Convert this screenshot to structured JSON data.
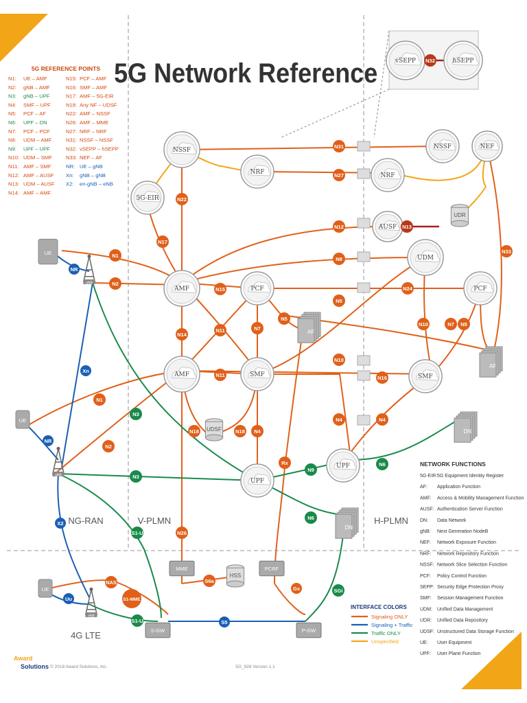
{
  "title": "5G Network Reference",
  "ref_points": {
    "heading": "5G REFERENCE POINTS",
    "left": [
      {
        "k": "N1:",
        "v": "UE – AMF",
        "c": "#d44a11"
      },
      {
        "k": "N2:",
        "v": "gNB – AMF",
        "c": "#d44a11"
      },
      {
        "k": "N3:",
        "v": "gNB – UPF",
        "c": "#1a8a4a"
      },
      {
        "k": "N4:",
        "v": "SMF – UPF",
        "c": "#d44a11"
      },
      {
        "k": "N5:",
        "v": "PCF – AF",
        "c": "#d44a11"
      },
      {
        "k": "N6:",
        "v": "UPF – DN",
        "c": "#1a8a4a"
      },
      {
        "k": "N7:",
        "v": "PCF – PCF",
        "c": "#d44a11"
      },
      {
        "k": "N8:",
        "v": "UDM – AMF",
        "c": "#d44a11"
      },
      {
        "k": "N9:",
        "v": "UPF – UPF",
        "c": "#1a8a4a"
      },
      {
        "k": "N10:",
        "v": "UDM – SMF",
        "c": "#d44a11"
      },
      {
        "k": "N11:",
        "v": "AMF – SMF",
        "c": "#d44a11"
      },
      {
        "k": "N12:",
        "v": "AMF – AUSF",
        "c": "#d44a11"
      },
      {
        "k": "N13:",
        "v": "UDM – AUSF",
        "c": "#d44a11"
      },
      {
        "k": "N14:",
        "v": "AMF – AMF",
        "c": "#d44a11"
      }
    ],
    "right": [
      {
        "k": "N15:",
        "v": "PCF – AMF",
        "c": "#d44a11"
      },
      {
        "k": "N16:",
        "v": "SMF – AMF",
        "c": "#d44a11"
      },
      {
        "k": "N17:",
        "v": "AMF – 5G-EIR",
        "c": "#d44a11"
      },
      {
        "k": "N18:",
        "v": "Any NF – UDSF",
        "c": "#d44a11"
      },
      {
        "k": "N22:",
        "v": "AMF – NSSF",
        "c": "#d44a11"
      },
      {
        "k": "N26:",
        "v": "AMF – MME",
        "c": "#d44a11"
      },
      {
        "k": "N27:",
        "v": "NRF – NRF",
        "c": "#d44a11"
      },
      {
        "k": "N31:",
        "v": "NSSF – NSSF",
        "c": "#d44a11"
      },
      {
        "k": "N32:",
        "v": "vSEPP – hSEPP",
        "c": "#d44a11"
      },
      {
        "k": "N33:",
        "v": "NEF – AF",
        "c": "#d44a11"
      },
      {
        "k": "NR:",
        "v": "UE – gNB",
        "c": "#1a5fb4"
      },
      {
        "k": "Xn:",
        "v": "gNB – gNB",
        "c": "#1a5fb4"
      },
      {
        "k": "X2:",
        "v": "en-gNB – eNB",
        "c": "#1a5fb4"
      }
    ]
  },
  "regions": {
    "ngran": "NG-RAN",
    "vplmn": "V-PLMN",
    "hplmn": "H-PLMN",
    "lte": "4G LTE"
  },
  "interface_colors": {
    "heading": "INTERFACE COLORS",
    "items": [
      {
        "label": "Signaling ONLY",
        "color": "#e0601a"
      },
      {
        "label": "Signaling + Traffic",
        "color": "#1a5fb4"
      },
      {
        "label": "Traffic ONLY",
        "color": "#1a8a4a"
      },
      {
        "label": "Unspecified",
        "color": "#f2a516"
      }
    ]
  },
  "network_functions": {
    "heading": "NETWORK FUNCTIONS",
    "items": [
      {
        "k": "5G-EIR:",
        "v": "5G Equipment Identity Register"
      },
      {
        "k": "AF:",
        "v": "Application Function"
      },
      {
        "k": "AMF:",
        "v": "Access & Mobility Management Function"
      },
      {
        "k": "AUSF:",
        "v": "Authentication Server Function"
      },
      {
        "k": "DN:",
        "v": "Data Network"
      },
      {
        "k": "gNB:",
        "v": "Next Generation NodeB"
      },
      {
        "k": "NEF:",
        "v": "Network Exposure Function"
      },
      {
        "k": "NRF:",
        "v": "Network Repository Function"
      },
      {
        "k": "NSSF:",
        "v": "Network Slice Selection Function"
      },
      {
        "k": "PCF:",
        "v": "Policy Control Function"
      },
      {
        "k": "SEPP:",
        "v": "Security Edge Protection Proxy"
      },
      {
        "k": "SMF:",
        "v": "Session Management Function"
      },
      {
        "k": "UDM:",
        "v": "Unified Data Management"
      },
      {
        "k": "UDR:",
        "v": "Unified Data Repository"
      },
      {
        "k": "UDSF:",
        "v": "Unstructured Data Storage Function"
      },
      {
        "k": "UE:",
        "v": "User Equipment"
      },
      {
        "k": "UPF:",
        "v": "User Plane Function"
      }
    ]
  },
  "footer": {
    "logo_line1": "Award",
    "logo_line2": "Solutions",
    "copyright": "© 2018 Award Solutions, Inc.",
    "version": "5G_928 Version 1.1"
  },
  "nodes": {
    "nssf_v": "NSSF",
    "nrf_v": "NRF",
    "eir": "5G-EIR",
    "amf1": "AMF",
    "amf2": "AMF",
    "pcf_v": "PCF",
    "smf_v": "SMF",
    "udsf": "UDSF",
    "upf_v": "UPF",
    "upf_h": "UPF",
    "af_v": "AF",
    "dn_v": "DN",
    "dn_h": "DN",
    "nssf_h": "NSSF",
    "nef": "NEF",
    "nrf_h": "NRF",
    "ausf": "AUSF",
    "udr": "UDR",
    "udm": "UDM",
    "pcf_h": "PCF",
    "smf_h": "SMF",
    "af_h": "AF",
    "vsepp": "vSEPP",
    "hsepp": "hSEPP",
    "ue1": "UE",
    "ue2": "UE",
    "ue3": "UE",
    "gnb1": "gNB",
    "gnb2": "gNB",
    "enb": "eNB",
    "mme": "MME",
    "hss": "HSS",
    "pcrf": "PCRF",
    "sgw": "S-GW",
    "pgw": "P-GW"
  },
  "pins": {
    "n32": "N32",
    "n22": "N22",
    "n17": "N17",
    "n1a": "N1",
    "n2a": "N2",
    "nr1": "NR",
    "xn": "Xn",
    "n1b": "N1",
    "n2b": "N2",
    "nr2": "NR",
    "n3a": "N3",
    "n3b": "N3",
    "x2": "X2",
    "s1ua": "S1-U",
    "uu": "Uu",
    "nas": "NAS",
    "s1mme": "S1-MME",
    "s1ub": "S1-U",
    "s5": "S5",
    "gx": "Gx",
    "sgi": "SGi",
    "n15": "N15",
    "n14": "N14",
    "n11a": "N11",
    "n11b": "N11",
    "n7a": "N7",
    "n5a": "N5",
    "n18a": "N18",
    "n18b": "N18",
    "n4a": "N4",
    "n26": "N26",
    "s6a": "S6a",
    "rx": "Rx",
    "n9": "N9",
    "n6a": "N6",
    "n6b": "N6",
    "n31": "N31",
    "n27": "N27",
    "n12": "N12",
    "n13": "N13",
    "n8": "N8",
    "n24": "N24",
    "n5b": "N5",
    "n10a": "N10",
    "n16": "N16",
    "n4b": "N4",
    "n4c": "N4",
    "n10b": "N10",
    "n7b": "N7",
    "n5c": "N5",
    "n33": "N33"
  }
}
